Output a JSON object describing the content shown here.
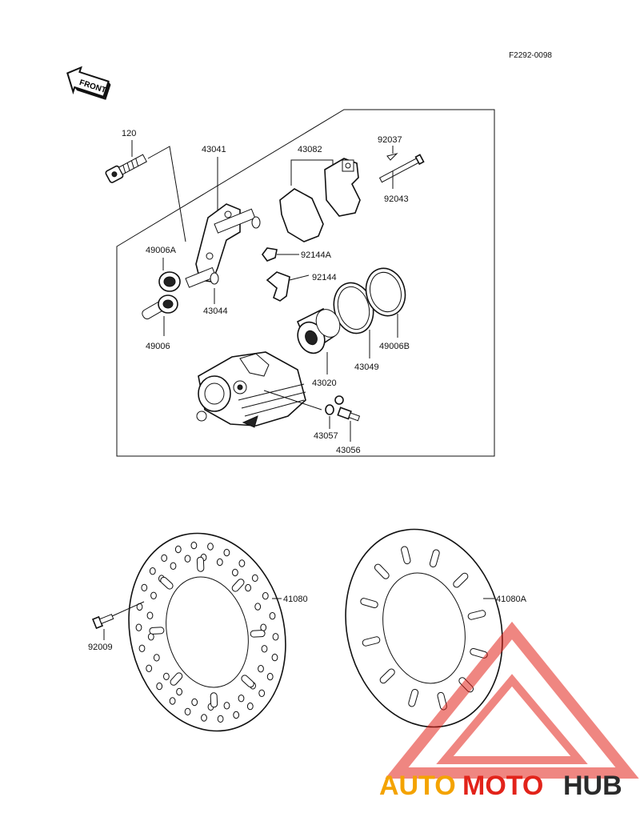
{
  "diagram": {
    "reference_code": "F2292-0098",
    "front_label": "FRONT"
  },
  "parts": {
    "p120": "120",
    "p43041": "43041",
    "p43082": "43082",
    "p92037": "92037",
    "p92043": "92043",
    "p49006A": "49006A",
    "p92144A": "92144A",
    "p92144": "92144",
    "p43044": "43044",
    "p49006": "49006",
    "p49006B": "49006B",
    "p43049": "43049",
    "p43020": "43020",
    "p43057": "43057",
    "p43056": "43056",
    "p41080": "41080",
    "p41080A": "41080A",
    "p92009": "92009"
  },
  "watermark": {
    "word_part1": "AUTO",
    "word_part2": "MOTO",
    "word_part3": "HUB",
    "color_orange": "#f4a300",
    "color_red": "#e2231a",
    "color_dark": "#2b2b2b"
  }
}
